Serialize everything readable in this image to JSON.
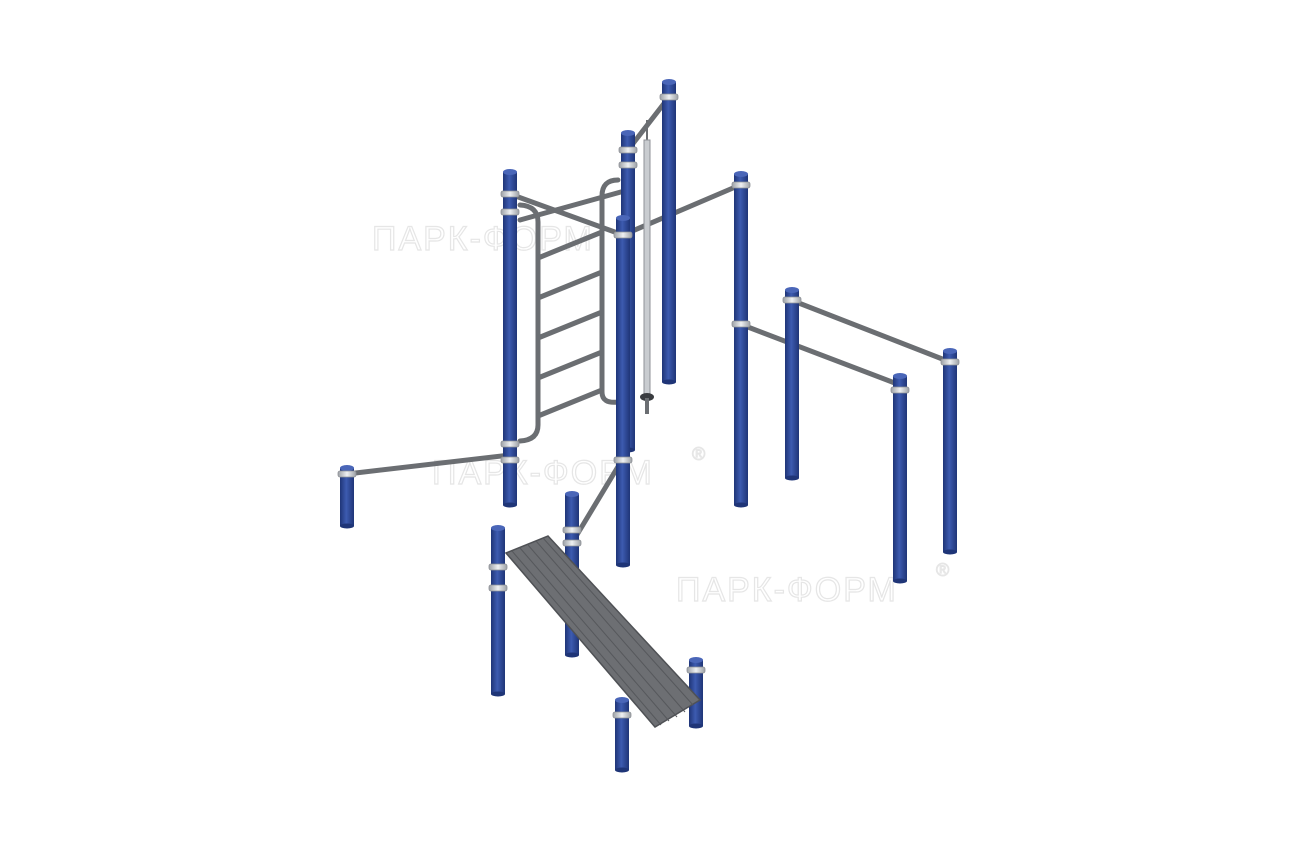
{
  "watermark": {
    "text": "ПАРК-ФОРМ",
    "symbol": "®"
  },
  "colors": {
    "post": "#2f4a9a",
    "post_dark": "#1f3577",
    "post_light": "#4a66b8",
    "bar": "#6b6e72",
    "clamp": "#c9ccd0",
    "bench": "#6d6f73",
    "background": "#ffffff"
  },
  "scene": {
    "description_items": [
      "wall-ladder",
      "rope-pole",
      "parallel-bars",
      "pull-up-bar",
      "incline-bench",
      "support-posts"
    ]
  }
}
